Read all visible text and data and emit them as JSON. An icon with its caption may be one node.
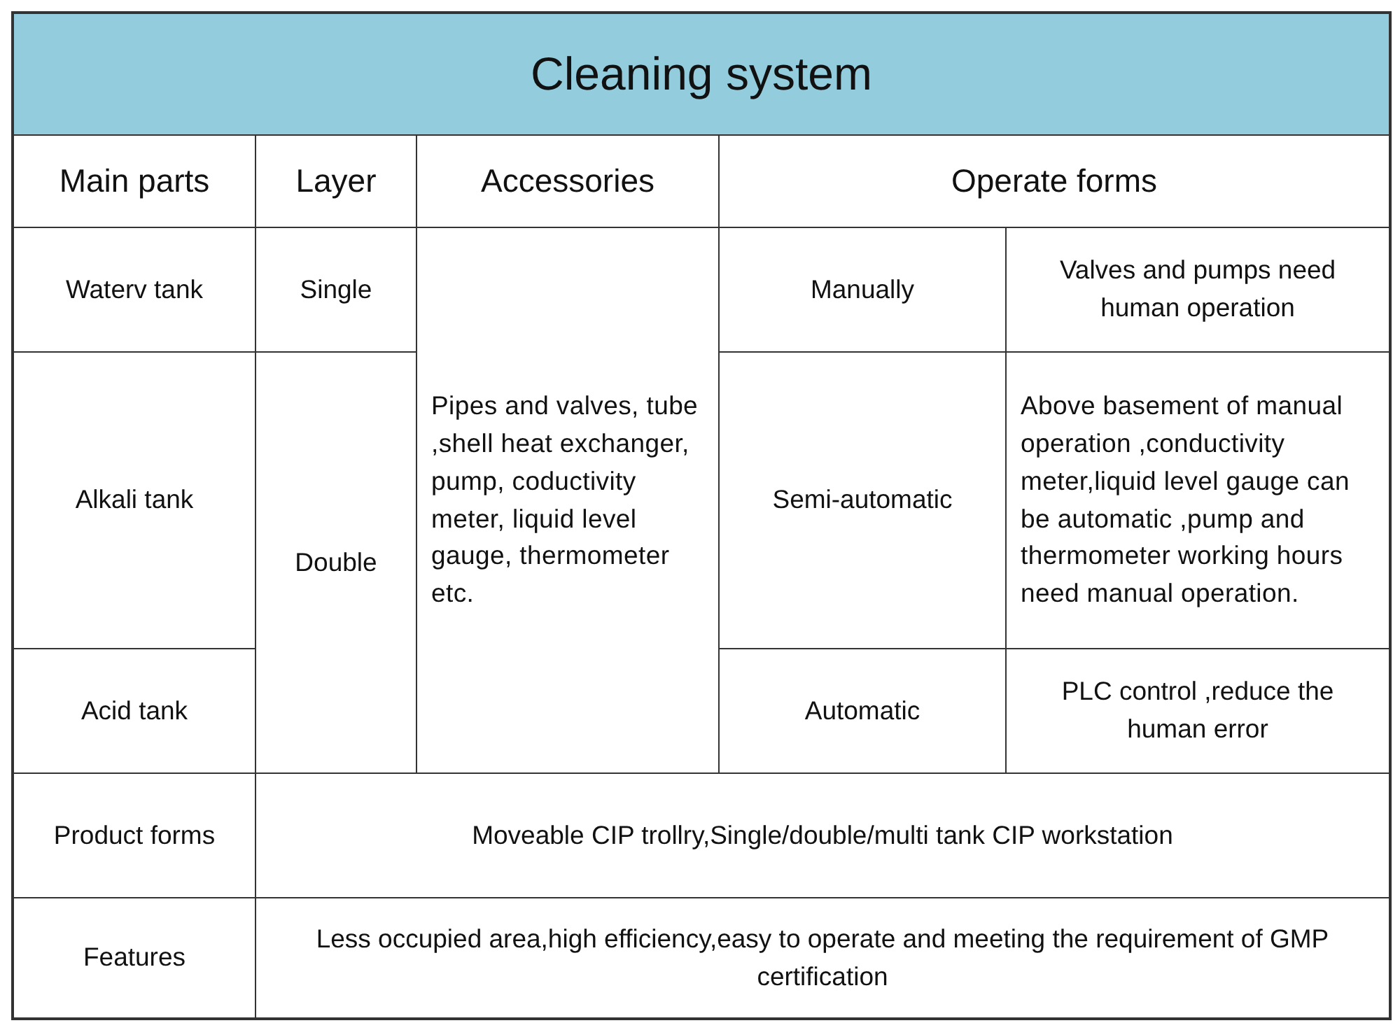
{
  "diagram": {
    "title": "Cleaning system",
    "labels": [
      "Main parts",
      "Layer",
      "Accessories",
      "Operate forms",
      "Waterv tank",
      "Single",
      "Pipes and valves, tube ,shell heat exchanger, pump, coductivity meter, liquid level gauge, thermometer etc.",
      "Manually",
      "Valves and pumps need human operation",
      "Alkali tank",
      "Double",
      "Semi-automatic",
      "Above basement of manual operation ,conductivity meter,liquid level gauge can be automatic ,pump and thermometer working hours need manual operation.",
      "Acid tank",
      "Automatic",
      "PLC control ,reduce the human  error",
      "Product forms",
      "Moveable CIP trollry,Single/double/multi tank CIP workstation",
      "Features",
      "Less occupied area,high efficiency,easy to operate and meeting the requirement of GMP certification"
    ]
  }
}
